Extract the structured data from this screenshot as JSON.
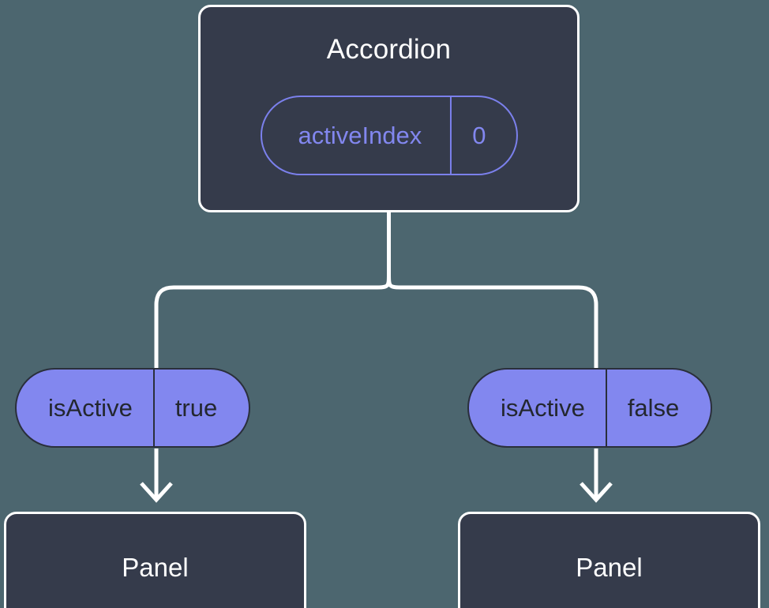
{
  "diagram": {
    "background_color": "#4c666f",
    "node_fill": "#353b4b",
    "node_border": "#ffffff",
    "accent_purple": "#8287ef",
    "pill_text_dark": "#23272f",
    "connector_color": "#ffffff",
    "root": {
      "title": "Accordion",
      "state_pill": {
        "key": "activeIndex",
        "value": "0"
      }
    },
    "children": [
      {
        "pill": {
          "key": "isActive",
          "value": "true"
        },
        "panel_label": "Panel"
      },
      {
        "pill": {
          "key": "isActive",
          "value": "false"
        },
        "panel_label": "Panel"
      }
    ]
  }
}
